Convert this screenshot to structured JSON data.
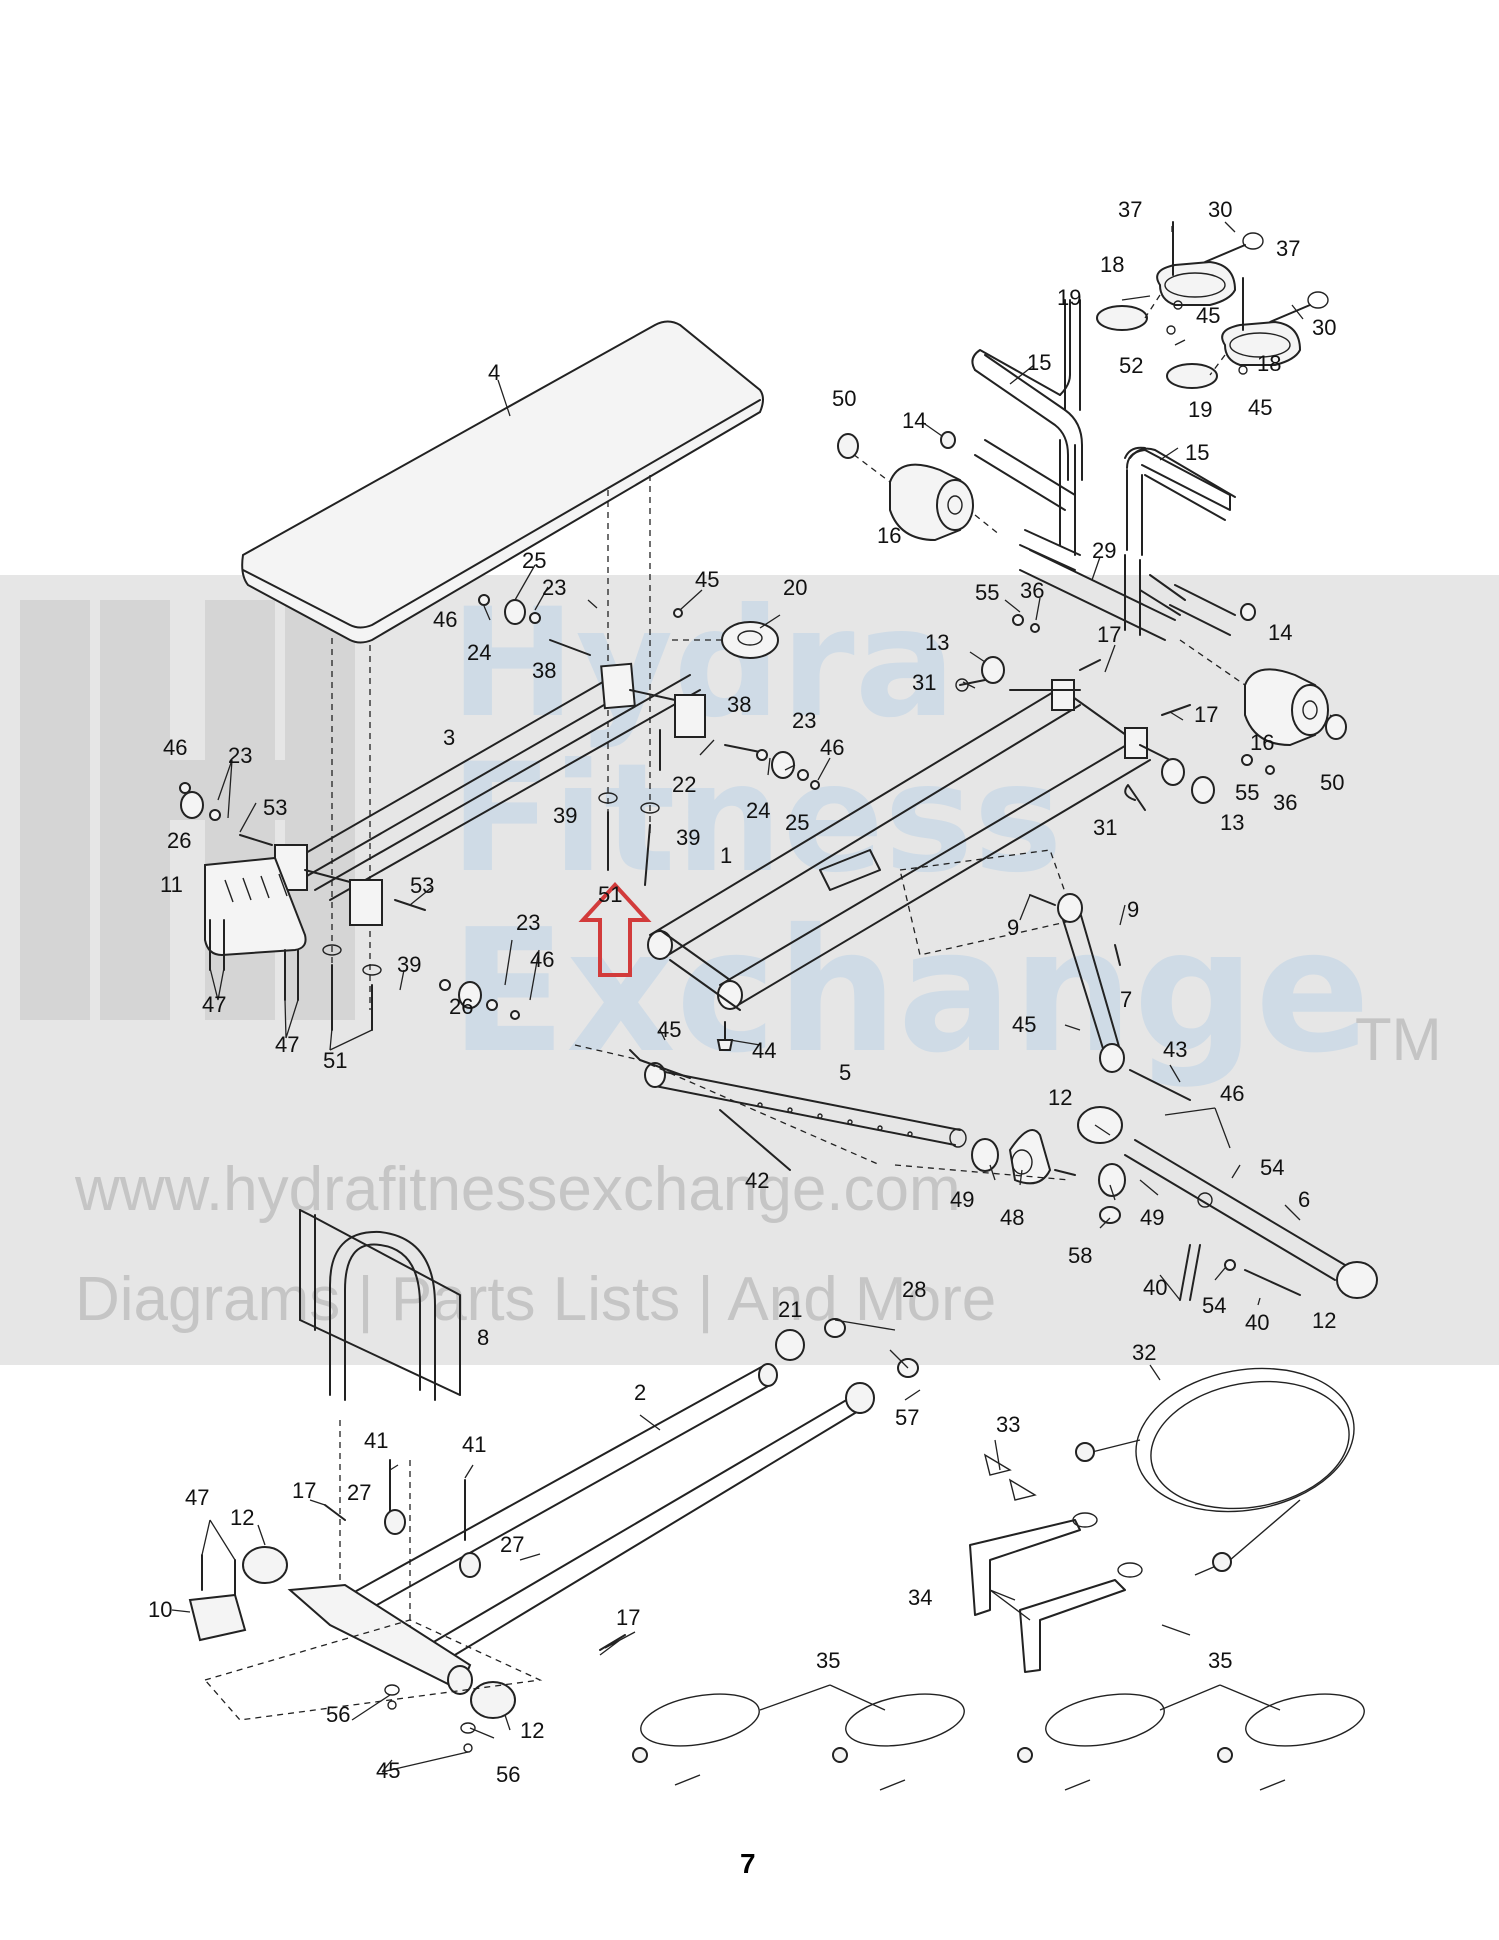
{
  "page_number": "7",
  "watermark": {
    "brand_line1": "Hydra",
    "brand_line2": "Fitness",
    "brand_line3": "Exchange",
    "trademark": "TM",
    "url": "www.hydrafitnessexchange.com",
    "tagline": "Diagrams | Parts Lists | And More"
  },
  "callouts": [
    "37",
    "30",
    "18",
    "37",
    "19",
    "45",
    "30",
    "52",
    "18",
    "19",
    "45",
    "15",
    "15",
    "50",
    "14",
    "16",
    "29",
    "14",
    "16",
    "50",
    "4",
    "25",
    "23",
    "46",
    "24",
    "38",
    "45",
    "20",
    "55",
    "36",
    "13",
    "31",
    "17",
    "17",
    "13",
    "55",
    "36",
    "31",
    "46",
    "23",
    "53",
    "26",
    "3",
    "38",
    "23",
    "46",
    "24",
    "25",
    "22",
    "39",
    "39",
    "51",
    "1",
    "11",
    "53",
    "23",
    "46",
    "39",
    "26",
    "47",
    "47",
    "51",
    "9",
    "9",
    "7",
    "45",
    "43",
    "44",
    "45",
    "5",
    "42",
    "12",
    "46",
    "54",
    "49",
    "48",
    "49",
    "6",
    "58",
    "40",
    "54",
    "40",
    "12",
    "8",
    "21",
    "28",
    "2",
    "57",
    "32",
    "33",
    "41",
    "41",
    "47",
    "17",
    "27",
    "12",
    "27",
    "10",
    "34",
    "17",
    "56",
    "12",
    "45",
    "56",
    "35",
    "35"
  ],
  "colors": {
    "line": "#222222",
    "locator_arrow": "#d23b3b",
    "watermark_band": "#e2e2e2",
    "watermark_text": "#c8d8e6"
  }
}
